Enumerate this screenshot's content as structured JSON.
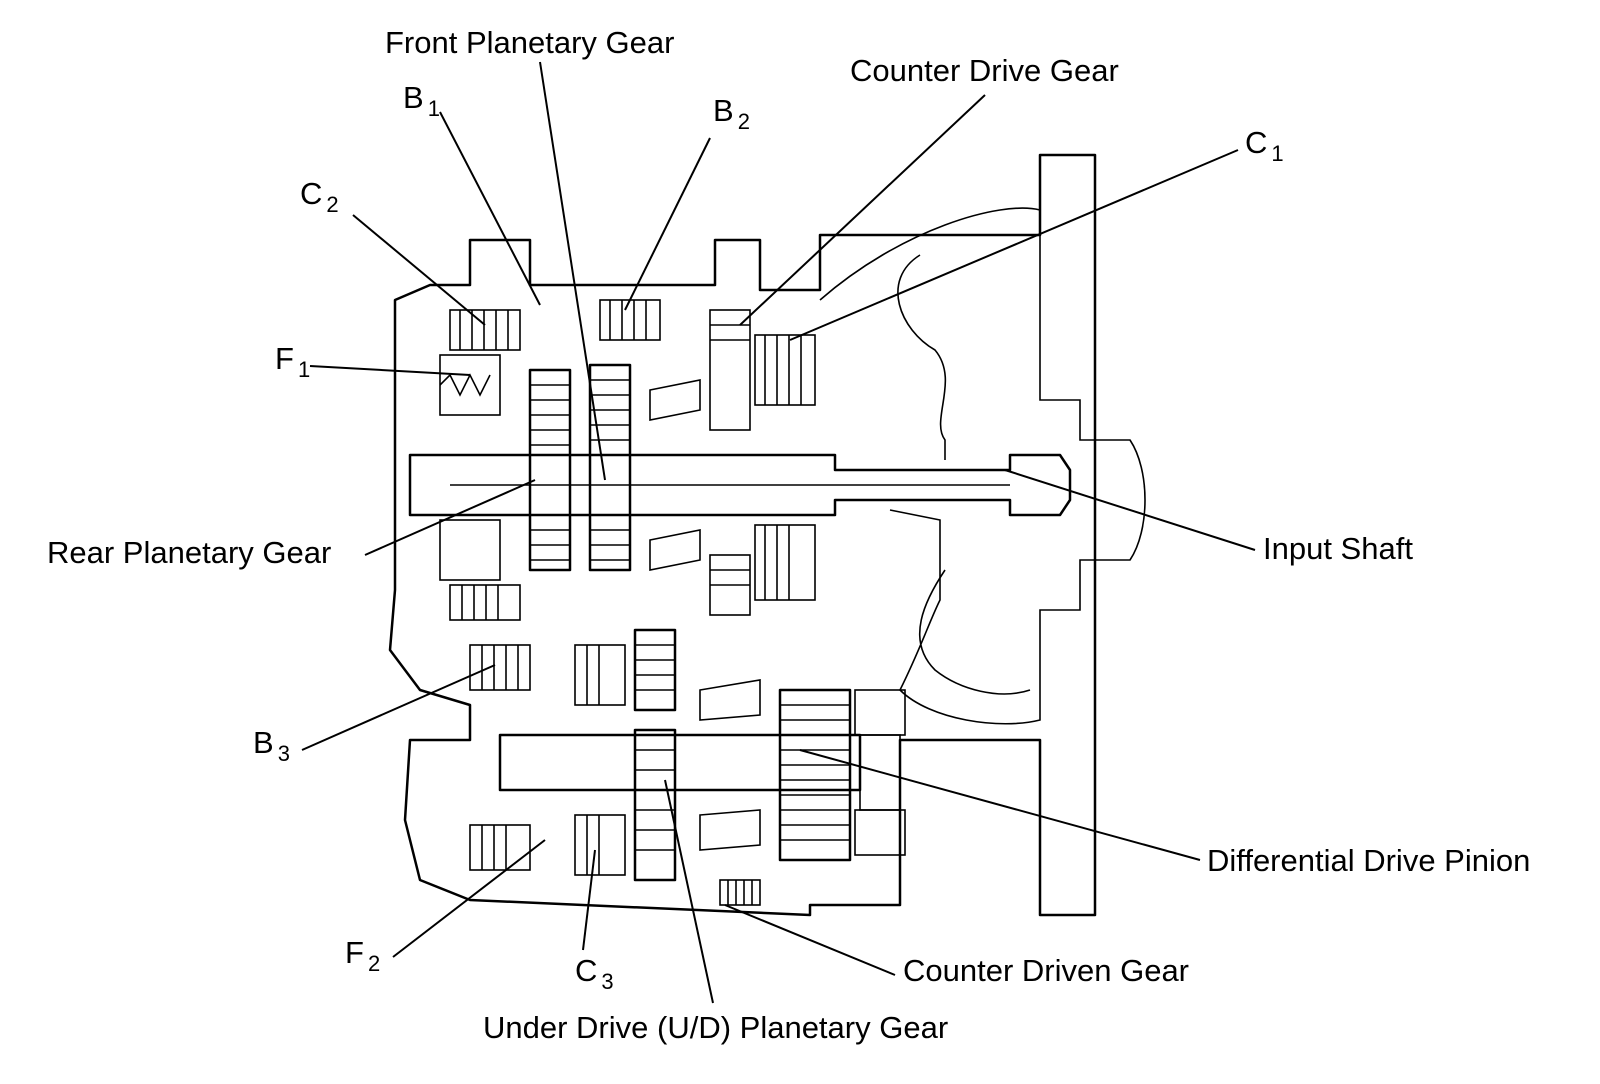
{
  "labels": {
    "front_planetary_gear": "Front Planetary Gear",
    "counter_drive_gear": "Counter Drive Gear",
    "b1": {
      "letter": "B",
      "num": "1"
    },
    "b2": {
      "letter": "B",
      "num": "2"
    },
    "c1": {
      "letter": "C",
      "num": "1"
    },
    "c2": {
      "letter": "C",
      "num": "2"
    },
    "f1": {
      "letter": "F",
      "num": "1"
    },
    "rear_planetary_gear": "Rear Planetary Gear",
    "input_shaft": "Input Shaft",
    "b3": {
      "letter": "B",
      "num": "3"
    },
    "differential_drive_pinion": "Differential Drive Pinion",
    "f2": {
      "letter": "F",
      "num": "2"
    },
    "c3": {
      "letter": "C",
      "num": "3"
    },
    "counter_driven_gear": "Counter Driven Gear",
    "under_drive_planetary_gear": "Under Drive (U/D) Planetary Gear"
  }
}
